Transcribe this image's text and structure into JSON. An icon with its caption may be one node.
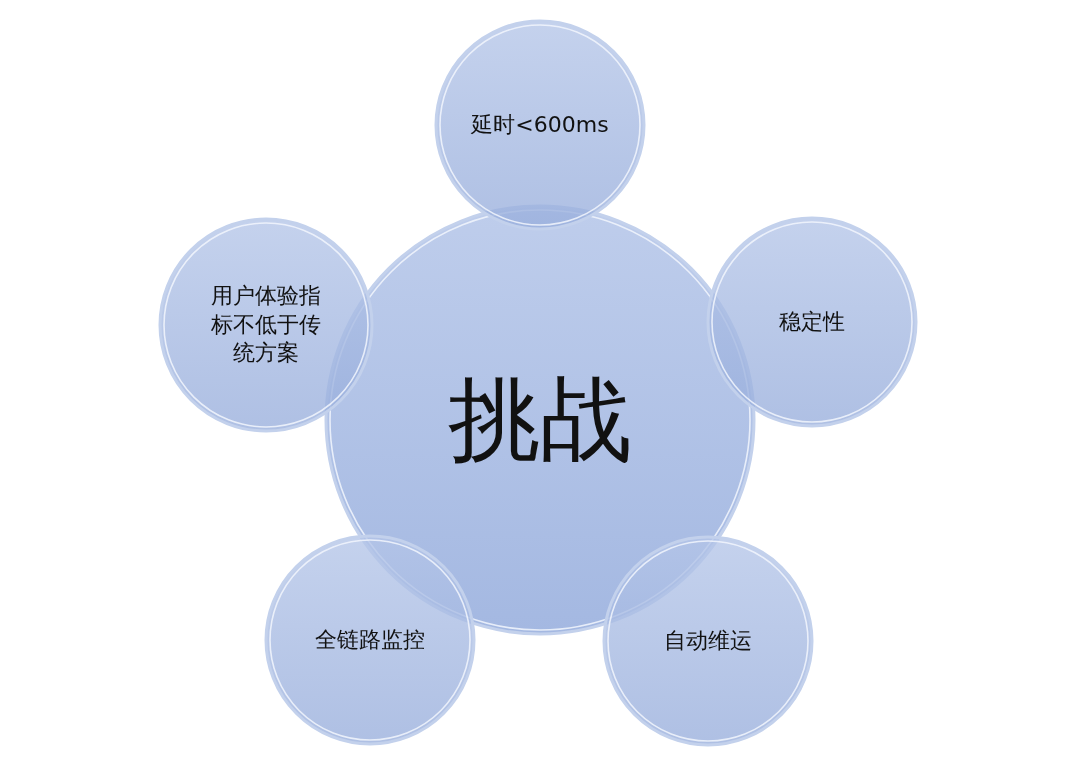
{
  "diagram": {
    "nodes": [
      {
        "text": [
          "延时<600ms"
        ]
      },
      {
        "text": [
          "用户体验指标不低于传统方案"
        ]
      },
      {
        "text": [
          "挑战"
        ]
      },
      {
        "text": [
          "稳定性"
        ]
      },
      {
        "text": [
          "全链路监控"
        ]
      },
      {
        "text": [
          "自动维运"
        ]
      }
    ]
  }
}
